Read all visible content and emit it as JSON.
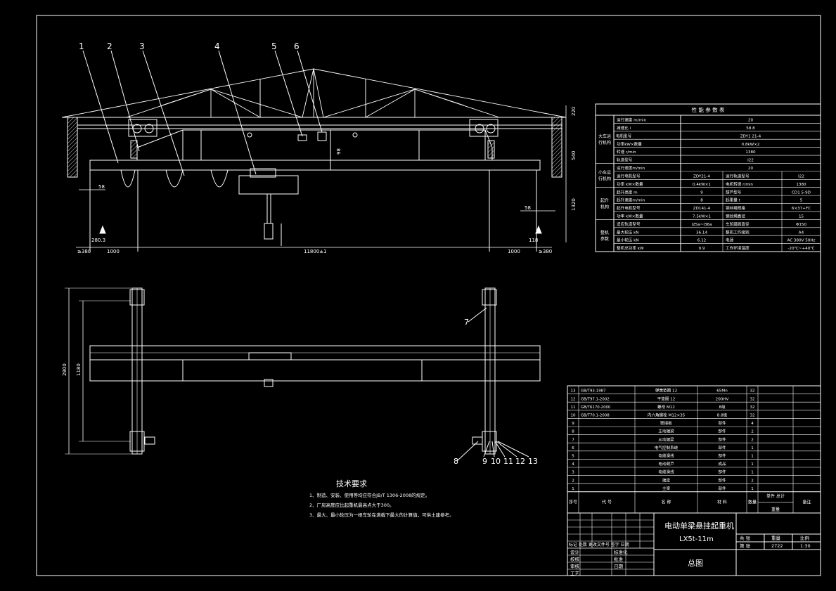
{
  "colors": {
    "background": "#000000",
    "line": "#ffffff",
    "accent": "#ff0000"
  },
  "part_callouts": [
    "1",
    "2",
    "3",
    "4",
    "5",
    "6",
    "7",
    "8",
    "9",
    "10",
    "11",
    "12",
    "13"
  ],
  "front_view": {
    "dims": {
      "left_outer": "≥380",
      "left_span": "1000",
      "main_span": "11800±1",
      "right_span": "1000",
      "right_outer": "≥380",
      "left_gap": "58",
      "right_gap": "58",
      "offset_left": "280.3",
      "right_small": "118",
      "height_v1": "220",
      "height_v2": "540",
      "height_v3": "1320",
      "height_inner": "98"
    }
  },
  "plan_view": {
    "dims": {
      "overall": "2800",
      "inner": "1180"
    }
  },
  "params_table": {
    "title": "性  能  参  数  表",
    "rows": [
      {
        "group": "大车运行机构",
        "sub": "",
        "name": "运行速度 m/min",
        "value": "20",
        "name2": "",
        "value2": ""
      },
      {
        "group": "",
        "sub": "",
        "name": "减速比 i",
        "value": "58.8",
        "name2": "",
        "value2": ""
      },
      {
        "group": "",
        "sub": "电机",
        "name": "型号",
        "value": "ZDY1 21-4",
        "name2": "",
        "value2": ""
      },
      {
        "group": "",
        "sub": "",
        "name": "功率kW×数量",
        "value": "0.8kW×2",
        "name2": "",
        "value2": ""
      },
      {
        "group": "",
        "sub": "",
        "name": "转速 r/min",
        "value": "1380",
        "name2": "",
        "value2": ""
      },
      {
        "group": "",
        "sub": "",
        "name": "轨道型号",
        "value": "I22",
        "name2": "",
        "value2": ""
      },
      {
        "group": "小车运行机构",
        "sub": "",
        "name": "运行速度m/min",
        "value": "20",
        "name2": "",
        "value2": ""
      },
      {
        "group": "",
        "sub": "",
        "name": "运行电机型号",
        "value": "ZDY21-4",
        "name2": "运行轨道型号",
        "value2": "I22"
      },
      {
        "group": "",
        "sub": "",
        "name": "功率 kW×数量",
        "value": "0.4kW×1",
        "name2": "电机转速 r/min",
        "value2": "1380"
      },
      {
        "group": "起升机构",
        "sub": "",
        "name": "起升高度 m",
        "value": "9",
        "name2": "葫芦型号",
        "value2": "CD1 5-9D"
      },
      {
        "group": "",
        "sub": "",
        "name": "起升速度m/min",
        "value": "8",
        "name2": "起重量 t",
        "value2": "5"
      },
      {
        "group": "",
        "sub": "",
        "name": "起升电机型号",
        "value": "ZD141-4",
        "name2": "钢丝绳规格",
        "value2": "6×37+FC"
      },
      {
        "group": "",
        "sub": "",
        "name": "功率 kW×数量",
        "value": "7.5kW×1",
        "name2": "钢丝绳直径",
        "value2": "15"
      },
      {
        "group": "整机参数",
        "sub": "",
        "name": "适应轨道型号",
        "value": "I25a~I36a",
        "name2": "车轮踏面直径",
        "value2": "Φ150"
      },
      {
        "group": "",
        "sub": "",
        "name": "最大轮压 kN",
        "value": "36.14",
        "name2": "整机工作级别",
        "value2": "A4"
      },
      {
        "group": "",
        "sub": "",
        "name": "最小轮压 kN",
        "value": "6.12",
        "name2": "电源",
        "value2": "AC 380V 50Hz"
      },
      {
        "group": "",
        "sub": "",
        "name": "整机总功率 kW",
        "value": "9.9",
        "name2": "工作环境温度",
        "value2": "-20℃~+40℃"
      }
    ]
  },
  "bom": {
    "headers": {
      "no": "序号",
      "code": "代  号",
      "name": "名  称",
      "qty": "数量",
      "material": "材  料",
      "unit_total": "单件 总计",
      "weight": "重量",
      "note": "备注"
    },
    "rows": [
      {
        "no": "13",
        "code": "GB/T93-1987",
        "name": "弹簧垫圈 12",
        "material": "65Mn",
        "qty": "32"
      },
      {
        "no": "12",
        "code": "GB/T97.1-2002",
        "name": "平垫圈 12",
        "material": "200HV",
        "qty": "32"
      },
      {
        "no": "11",
        "code": "GB/T6170-2000",
        "name": "螺母 M12",
        "material": "8级",
        "qty": "32"
      },
      {
        "no": "10",
        "code": "GB/T70.1-2008",
        "name": "内六角螺栓 M12×35",
        "material": "8.8级",
        "qty": "32"
      },
      {
        "no": "9",
        "code": "",
        "name": "联接板",
        "material": "部件",
        "qty": "4"
      },
      {
        "no": "8",
        "code": "",
        "name": "主动端梁",
        "material": "部件",
        "qty": "2"
      },
      {
        "no": "7",
        "code": "",
        "name": "从动端梁",
        "material": "部件",
        "qty": "2"
      },
      {
        "no": "6",
        "code": "",
        "name": "电气控制系统",
        "material": "部件",
        "qty": "1"
      },
      {
        "no": "5",
        "code": "",
        "name": "电缆滑线",
        "material": "部件",
        "qty": "1"
      },
      {
        "no": "4",
        "code": "",
        "name": "电动葫芦",
        "material": "成品",
        "qty": "1"
      },
      {
        "no": "3",
        "code": "",
        "name": "电缆滑线",
        "material": "部件",
        "qty": "1"
      },
      {
        "no": "2",
        "code": "",
        "name": "端梁",
        "material": "部件",
        "qty": "2"
      },
      {
        "no": "1",
        "code": "",
        "name": "主梁",
        "material": "部件",
        "qty": "1"
      }
    ]
  },
  "tech_requirements": {
    "title": "技术要求",
    "items": [
      "1、制造、安装、使用等均应符合JB/T 1306-2008的规定。",
      "2、厂房高度应比起重机最高点大于300。",
      "3、最大、最小轮压为一根车轮在满载下最大的计算值，可供土建参考。"
    ]
  },
  "title_block": {
    "product": "电动单梁悬挂起重机",
    "model": "LX5t-11m",
    "drawing": "总图",
    "stage_label": "共   张",
    "sheet_label": "第   张",
    "weight_label": "重量",
    "scale_label": "比例",
    "weight_value": "2722",
    "scale_value": "1:30",
    "rev_headers": "标记 处数 更改文件号 签字 日期",
    "roles": [
      "设计",
      "校核",
      "审核",
      "工艺"
    ],
    "roles2": [
      "标准化",
      "批准",
      "日期"
    ]
  }
}
